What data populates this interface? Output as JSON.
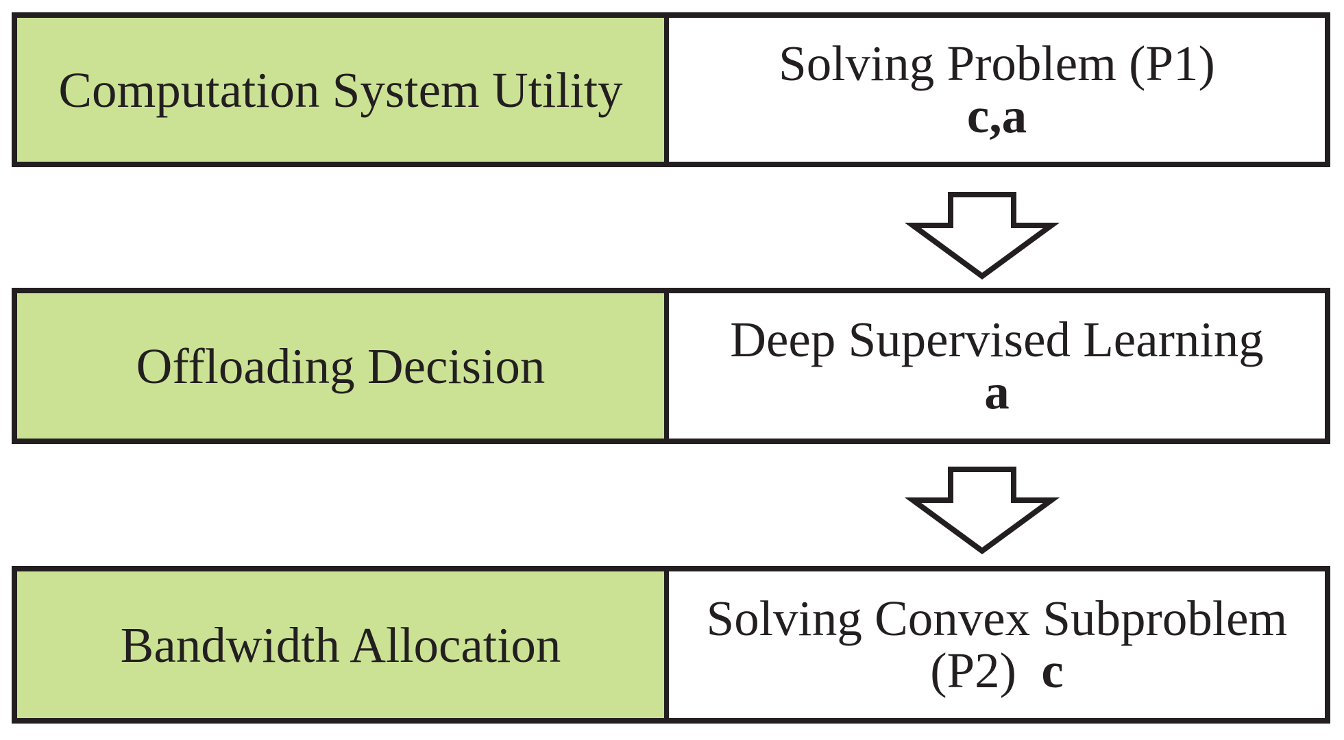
{
  "colors": {
    "cell_green": "#cbe294",
    "line_black": "#231f20",
    "background": "#ffffff"
  },
  "rows": [
    {
      "label": "Computation System Utility",
      "method": {
        "line1": "Solving Problem (P1)",
        "line2_prefix": "",
        "line2_bold": "c,a"
      }
    },
    {
      "label": "Offloading Decision",
      "method": {
        "line1": "Deep Supervised Learning",
        "line2_prefix": "",
        "line2_bold": "a"
      }
    },
    {
      "label": "Bandwidth Allocation",
      "method": {
        "line1": "Solving Convex Subproblem",
        "line2_prefix": "(P2)",
        "line2_bold": "c"
      }
    }
  ],
  "arrows": [
    {
      "name": "arrow-p1-to-learning"
    },
    {
      "name": "arrow-learning-to-p2"
    }
  ]
}
